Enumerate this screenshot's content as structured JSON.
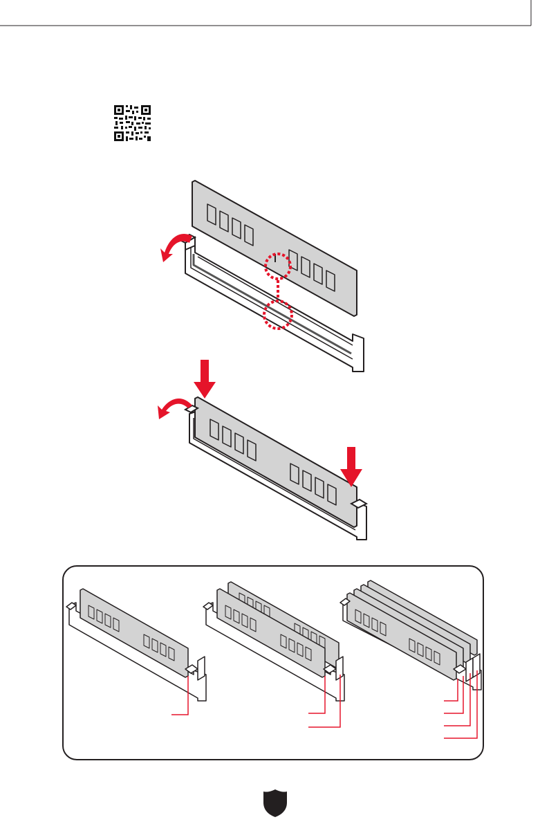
{
  "page": {
    "qr_code": {
      "icon": "qr-code-icon"
    },
    "step_remove": {
      "icons": [
        "release-latch-arrow-icon",
        "notch-align-icon"
      ]
    },
    "step_insert": {
      "icons": [
        "release-latch-arrow-icon",
        "push-down-arrow-icon"
      ]
    },
    "configurations": {
      "items": [
        "one-module",
        "two-modules",
        "four-modules"
      ]
    },
    "footer": {
      "icon": "brand-shield-icon"
    },
    "colors": {
      "accent": "#e5142a",
      "module": "#d3d3d3",
      "line": "#231f20"
    }
  }
}
